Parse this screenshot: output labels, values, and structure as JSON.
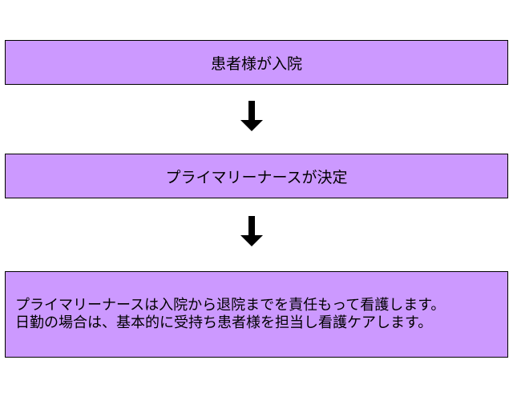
{
  "colors": {
    "box_fill": "#cc99ff",
    "box_border": "#000000",
    "arrow": "#000000",
    "text": "#000000"
  },
  "flow": {
    "step1": {
      "label": "患者様が入院"
    },
    "arrow1": {
      "icon": "down-arrow-icon"
    },
    "step2": {
      "label": "プライマリーナースが決定"
    },
    "arrow2": {
      "icon": "down-arrow-icon"
    },
    "step3": {
      "lines": [
        "プライマリーナースは入院から退院までを責任もって看護します。",
        "日勤の場合は、基本的に受持ち患者様を担当し看護ケアします。"
      ]
    }
  }
}
